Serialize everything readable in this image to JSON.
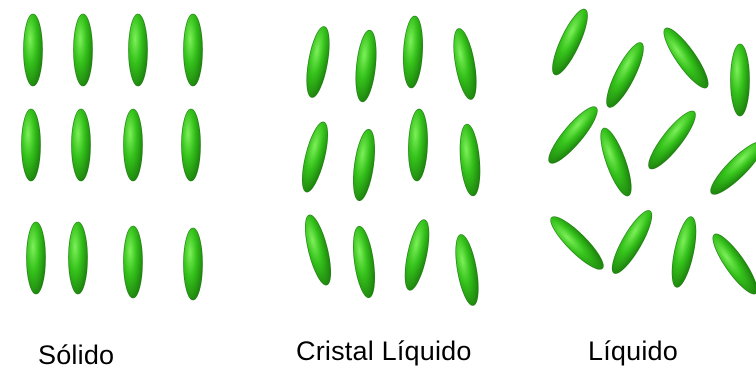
{
  "labels": {
    "solid": "Sólido",
    "liquid_crystal": "Cristal Líquido",
    "liquid": "Líquido"
  },
  "colors": {
    "background": "#ffffff",
    "molecule_fill": "#35c21b",
    "molecule_highlight": "#7ef05a",
    "molecule_shadow": "#1a7a0c",
    "label_text": "#000000"
  },
  "phases": [
    {
      "name": "solid",
      "arrangement": "ordered lattice, all molecules aligned vertically",
      "molecule_count": 12
    },
    {
      "name": "liquid_crystal",
      "arrangement": "roughly aligned orientation, loose positions",
      "molecule_count": 12
    },
    {
      "name": "liquid",
      "arrangement": "random orientation and position",
      "molecule_count": 12
    }
  ]
}
